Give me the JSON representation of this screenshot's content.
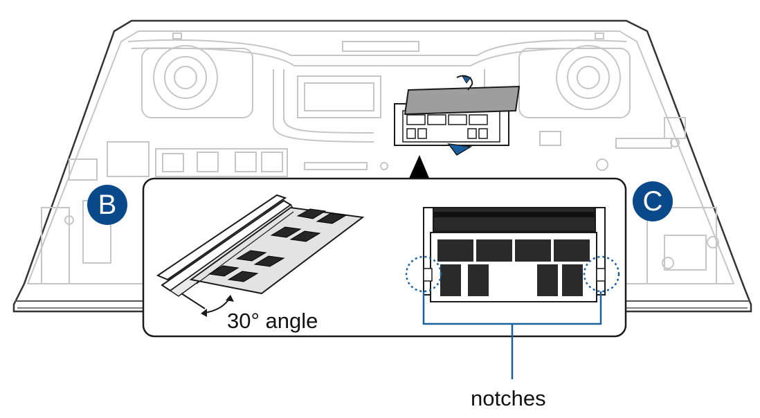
{
  "callouts": {
    "left": "B",
    "right": "C"
  },
  "labels": {
    "angle": "30° angle",
    "notches": "notches"
  },
  "colors": {
    "callout_fill": "#0a4a8a",
    "notch_line": "#1a5f9e",
    "outline": "#1a1a1a",
    "faint_line": "#c8c8c8"
  }
}
